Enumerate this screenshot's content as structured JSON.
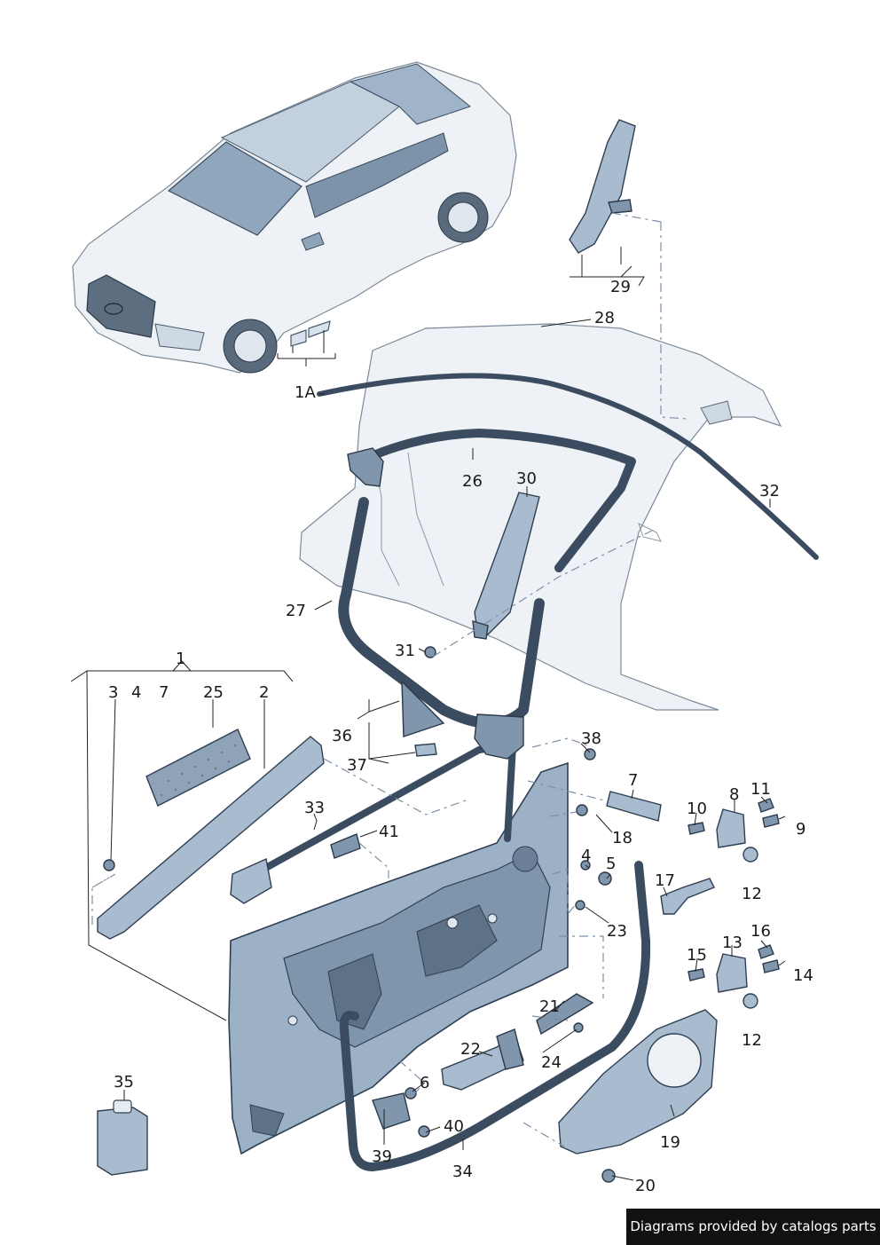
{
  "labels": {
    "l1": "1",
    "l1a": "1A",
    "l2": "2",
    "l3": "3",
    "l4a": "4",
    "l7a": "7",
    "l25": "25",
    "l26": "26",
    "l27": "27",
    "l28": "28",
    "l29": "29",
    "l30": "30",
    "l31": "31",
    "l32": "32",
    "l33": "33",
    "l34": "34",
    "l35": "35",
    "l36": "36",
    "l37": "37",
    "l38": "38",
    "l39": "39",
    "l40": "40",
    "l41": "41",
    "l4b": "4",
    "l5": "5",
    "l6": "6",
    "l7b": "7",
    "l8": "8",
    "l9": "9",
    "l10": "10",
    "l11": "11",
    "l12a": "12",
    "l12b": "12",
    "l13": "13",
    "l14": "14",
    "l15": "15",
    "l16": "16",
    "l17": "17",
    "l18": "18",
    "l19": "19",
    "l20": "20",
    "l21": "21",
    "l22": "22",
    "l23": "23",
    "l24": "24"
  },
  "credit": "Diagrams provided by catalogs parts",
  "colors": {
    "part_fill": "#a9bccf",
    "part_dark": "#7f96ad",
    "outline": "#2f3f52",
    "credit_bg": "#111111"
  }
}
